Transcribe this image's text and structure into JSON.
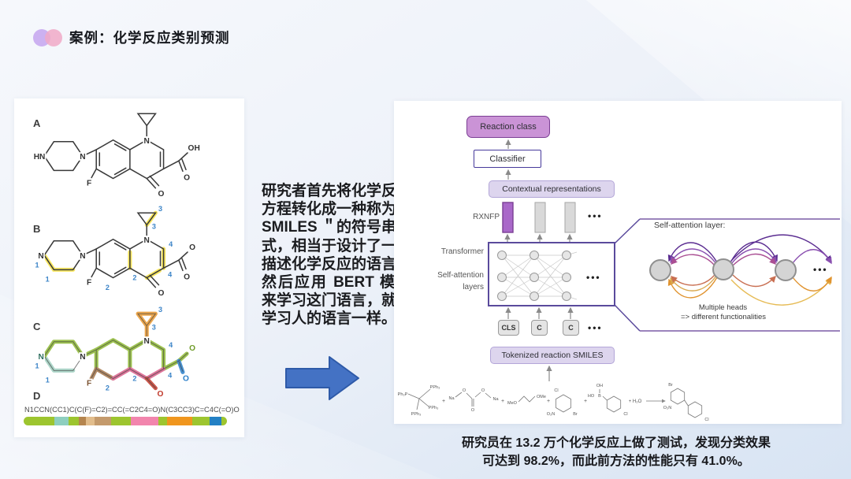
{
  "title": {
    "text": "案例：化学反应类别预测"
  },
  "left_panel": {
    "labels": {
      "a": "A",
      "b": "B",
      "c": "C",
      "d": "D"
    },
    "atoms": {
      "hn": "HN",
      "n": "N",
      "f": "F",
      "oh": "OH",
      "o": "O"
    },
    "numbers": {
      "n1": "1",
      "n2": "2",
      "n3": "3",
      "n4": "4"
    },
    "smiles": "N1CCN(CC1)C(C(F)=C2)=CC(=C2C4=O)N(C3CC3)C=C4C(=O)O",
    "bar_segments": [
      {
        "color": "#9dc52f",
        "flex": 42
      },
      {
        "color": "#8ecfbf",
        "flex": 20
      },
      {
        "color": "#9dc52f",
        "flex": 14
      },
      {
        "color": "#b5854e",
        "flex": 10
      },
      {
        "color": "#e2bd8c",
        "flex": 12
      },
      {
        "color": "#c49a6c",
        "flex": 22
      },
      {
        "color": "#9dc52f",
        "flex": 28
      },
      {
        "color": "#f285ad",
        "flex": 38
      },
      {
        "color": "#9dc52f",
        "flex": 12
      },
      {
        "color": "#f0961e",
        "flex": 34
      },
      {
        "color": "#9dc52f",
        "flex": 24
      },
      {
        "color": "#2380c4",
        "flex": 16
      },
      {
        "color": "#9dc52f",
        "flex": 8
      }
    ]
  },
  "middle": {
    "paragraph": "研究者首先将化学反应方程转化成一种称为＂ SMILES ＂的符号串格式，相当于设计了一门描述化学反应的语言，然后应用 BERT 模型来学习这门语言，就和学习人的语言一样。"
  },
  "diagram": {
    "reaction_class": "Reaction class",
    "classifier": "Classifier",
    "contextual_representations": "Contextual representations",
    "rxnfp": "RXNFP",
    "transformer": "Transformer",
    "self_attention": "Self-attention",
    "layers": "layers",
    "cls_token": "CLS",
    "c_token": "C",
    "ellipsis": "•••",
    "tokenized_smiles": "Tokenized reaction SMILES",
    "inset": {
      "title": "Self-attention layer:",
      "caption_line1": "Multiple heads",
      "caption_line2": "=> different functionalities"
    },
    "reaction": {
      "pph3": "PPh₃",
      "ph3p": "Ph₃P",
      "plus": "+",
      "na": "Na",
      "o": "O",
      "meo": "MeO",
      "ome": "OMe",
      "cl": "Cl",
      "o2n": "O₂N",
      "br": "Br",
      "oh": "OH",
      "ho": "HO",
      "b": "B",
      "h2o": "+ H₂O"
    }
  },
  "caption": {
    "line1": "研究员在 13.2 万个化学反应上做了测试，发现分类效果",
    "line2": "可达到 98.2%，而此前方法的性能只有 41.0%。"
  },
  "colors": {
    "accent_purple": "#7b3f94",
    "bar_purple": "#a968c9",
    "lavender_box": "#ddd5ee",
    "reaction_class_fill": "#ca93d6",
    "arrow_blue": "#4472c4",
    "deco_lavender": "#c8a9ef",
    "deco_pink": "#f0a9c7"
  }
}
